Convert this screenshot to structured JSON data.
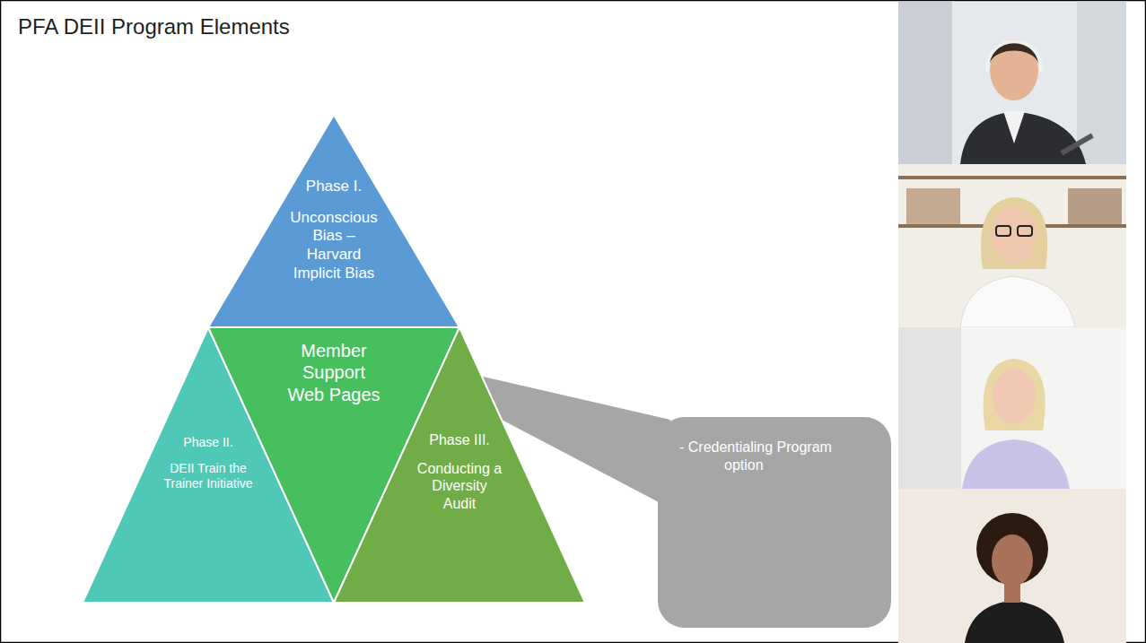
{
  "diagram": {
    "title": "PFA DEII Program Elements",
    "nodes": [
      {
        "text": [
          "Phase I.",
          "Unconscious Bias – Harvard Implicit Bias"
        ]
      },
      {
        "text": [
          "Phase II.",
          "DEII Train the Trainer Initiative"
        ]
      },
      {
        "text": [
          "Member Support Web Pages"
        ]
      },
      {
        "text": [
          "Phase III.",
          "Conducting a Diversity Audit"
        ]
      },
      {
        "text": [
          "- Credentialing Program option"
        ]
      }
    ],
    "edges": [
      {
        "from": 4,
        "to": 2,
        "arrow": "none"
      }
    ]
  }
}
